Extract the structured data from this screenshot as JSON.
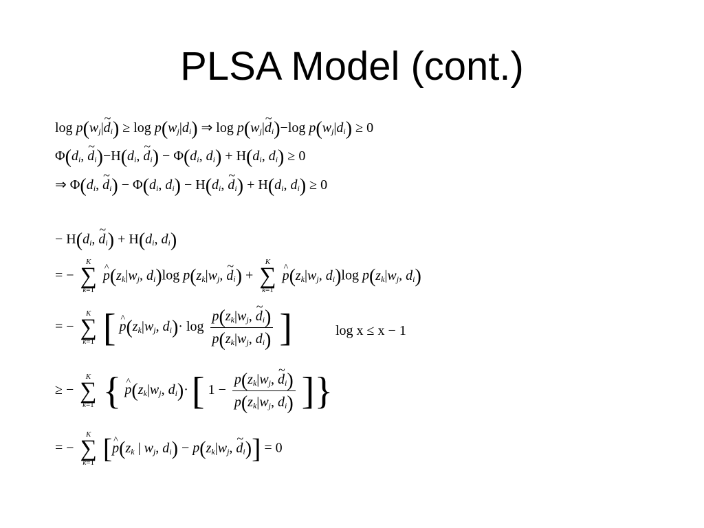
{
  "slide": {
    "title": "PLSA Model (cont.)"
  },
  "equations": {
    "log": "log",
    "p": "p",
    "zero": "0",
    "phi": "Φ",
    "eta": "H",
    "implies": "⇒",
    "geq": "≥",
    "minus": "−",
    "plus": "+",
    "eq_minus": "= −",
    "geq_minus": "≥ −",
    "eq_zero": "= 0",
    "sum_upper": "K",
    "sum_lower_var": "k",
    "sum_lower_eq": "=1",
    "sigma": "∑",
    "one_minus": "1 −",
    "cdot": "·",
    "side_note": "log x ≤ x − 1"
  }
}
